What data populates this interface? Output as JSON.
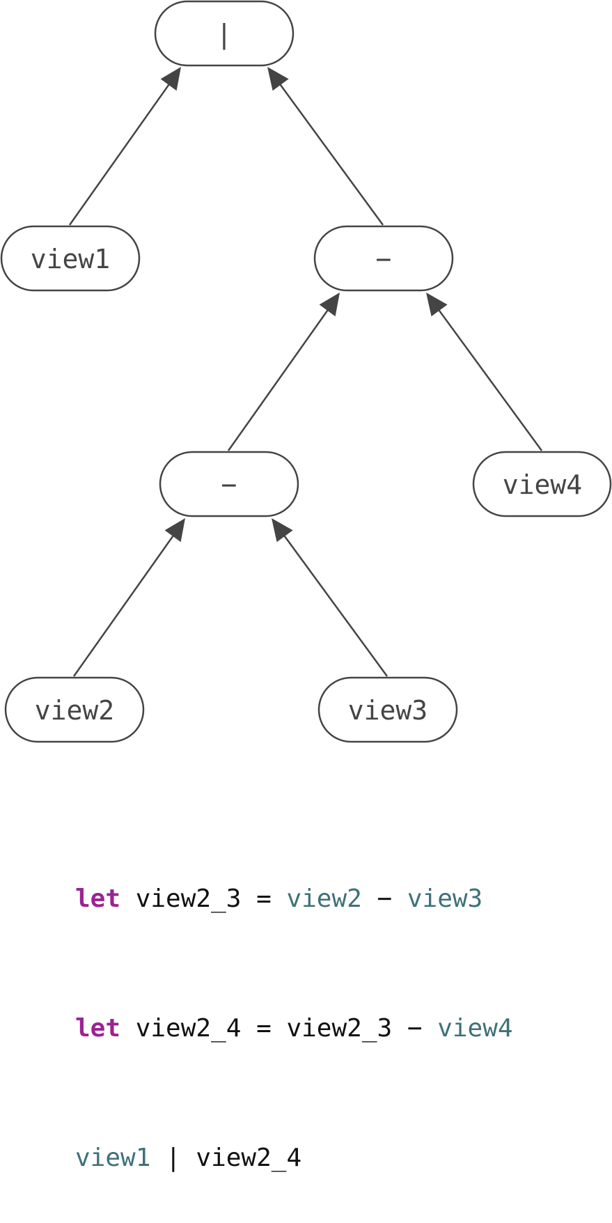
{
  "colors": {
    "stroke": "#444444",
    "keyword": "#9b2393",
    "reference": "#3e7178",
    "plain": "#111111"
  },
  "nodes": {
    "root_or": "|",
    "minus_top": "−",
    "minus_bottom": "−",
    "view1": "view1",
    "view2": "view2",
    "view3": "view3",
    "view4": "view4"
  },
  "code": {
    "line1": {
      "kw": "let",
      "name": " view2_3 = ",
      "lhs": "view2",
      "op": " − ",
      "rhs": "view3"
    },
    "line2": {
      "kw": "let",
      "name": " view2_4 = view2_3 − ",
      "rhs": "view4"
    },
    "line3": {
      "lhs": "view1",
      "rest": " | view2_4"
    }
  }
}
